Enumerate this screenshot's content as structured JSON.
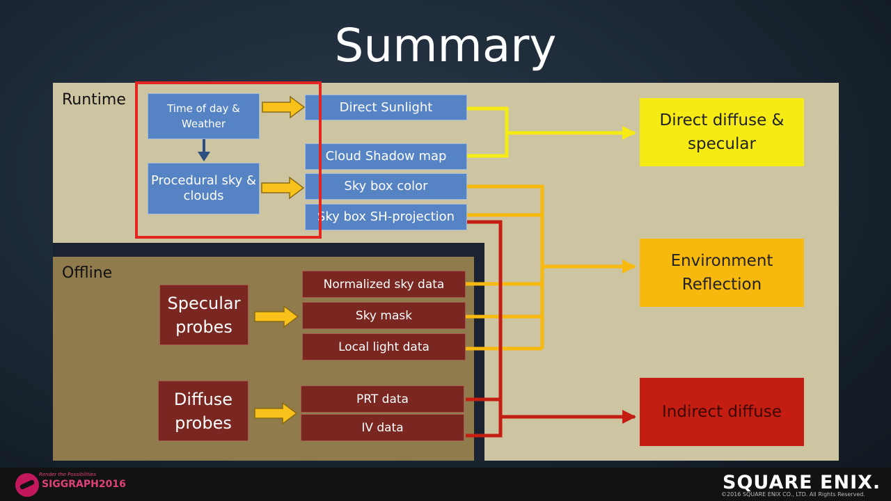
{
  "title": "Summary",
  "panels": {
    "runtime": "Runtime",
    "offline": "Offline"
  },
  "runtime": {
    "source_time": "Time of day & Weather",
    "source_procedural": "Procedural sky & clouds",
    "direct_sunlight": "Direct Sunlight",
    "cloud_shadow_map": "Cloud Shadow map",
    "sky_box_color": "Sky box color",
    "sky_box_sh": "Sky box SH-projection"
  },
  "offline": {
    "specular_probes": "Specular probes",
    "diffuse_probes": "Diffuse probes",
    "normalized_sky_data": "Normalized sky data",
    "sky_mask": "Sky mask",
    "local_light_data": "Local light data",
    "prt_data": "PRT data",
    "iv_data": "IV data"
  },
  "outputs": {
    "direct": "Direct diffuse & specular",
    "environment": "Environment Reflection",
    "indirect": "Indirect diffuse"
  },
  "footer": {
    "siggraph_tagline": "Render the Possibilities",
    "siggraph_name": "SIGGRAPH2016",
    "company": "SQUARE ENIX.",
    "copyright": "©2016 SQUARE ENIX CO., LTD. All Rights Reserved."
  },
  "colors": {
    "panel": "#cdc4a2",
    "offline_panel": "#8f7b4c",
    "blue_box": "#5683c4",
    "maroon_box": "#7a2621",
    "direct_output": "#f6eb14",
    "environment_output": "#f8b90e",
    "indirect_output": "#c41d12",
    "highlight": "#e4241e",
    "arrow_yellow": "#f6eb14",
    "arrow_orange": "#f8b90e",
    "arrow_red": "#c41d12"
  }
}
